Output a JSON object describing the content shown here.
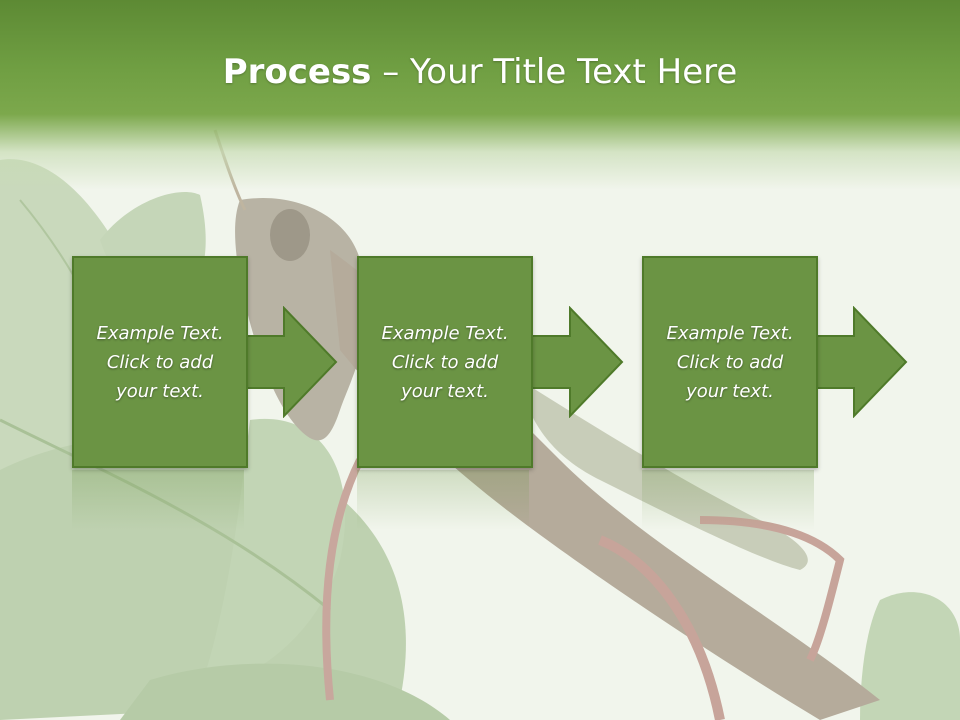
{
  "slide": {
    "title_bold": "Process",
    "title_rest": " – Your Title Text Here"
  },
  "steps": [
    {
      "text": "Example Text.\nClick  to add\nyour text."
    },
    {
      "text": "Example Text.\nClick  to add\nyour text."
    },
    {
      "text": "Example Text.\nClick  to add\nyour text."
    }
  ],
  "colors": {
    "header_green": "#6f9e42",
    "box_fill": "#6b9444",
    "box_border": "#4f7a2a",
    "text": "#ffffff"
  },
  "icons": {
    "arrow": "right-arrow-icon",
    "background": "grasshopper-on-leaves-image"
  }
}
